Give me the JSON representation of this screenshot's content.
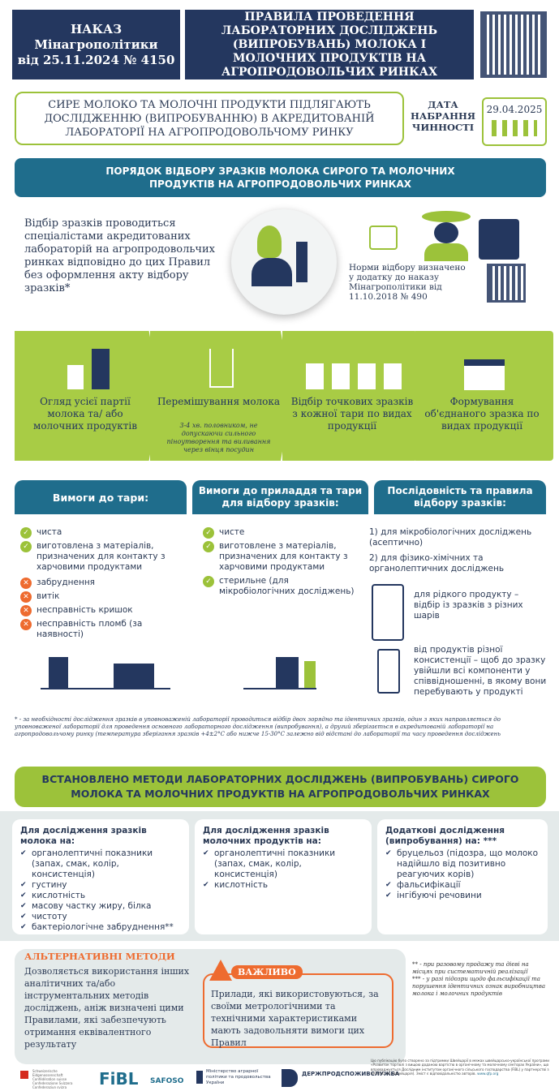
{
  "header": {
    "order_title": "НАКАЗ",
    "order_org": "Мінагрополітики",
    "order_date": "від 25.11.2024 № 4150",
    "title": "ПРАВИЛА ПРОВЕДЕННЯ ЛАБОРАТОРНИХ ДОСЛІДЖЕНЬ (ВИПРОБУВАНЬ) МОЛОКА І МОЛОЧНИХ ПРОДУКТІВ НА АГРОПРОДОВОЛЬЧИХ РИНКАХ"
  },
  "intro": {
    "statement": "СИРЕ МОЛОКО ТА МОЛОЧНІ ПРОДУКТИ ПІДЛЯГАЮТЬ ДОСЛІДЖЕННЮ (ВИПРОБУВАННЮ) В АКРЕДИТОВАНІЙ ЛАБОРАТОРІЇ НА АГРОПРОДОВОЛЬЧОМУ РИНКУ",
    "date_label": "ДАТА НАБРАННЯ ЧИННОСТІ",
    "date": "29.04.2025"
  },
  "sampling": {
    "band": "ПОРЯДОК ВІДБОРУ ЗРАЗКІВ МОЛОКА СИРОГО ТА МОЛОЧНИХ ПРОДУКТІВ НА АГРОПРОДОВОЛЬЧИХ РИНКАХ",
    "text": "Відбір зразків проводиться спеціалістами акредитованих лабораторій на агропродовольчих ринках відповідно до цих Правил без оформлення акту відбору зразків*",
    "norms": "Норми відбору визначено у додатку до наказу Мінагрополітики від 11.10.2018 № 490"
  },
  "steps": [
    {
      "title": "Огляд усієї партії молока та/ або молочних продуктів",
      "note": ""
    },
    {
      "title": "Перемішування молока",
      "note": "3-4 хв. половником, не допускаючи сильного піноутворення та виливання через вінця посудин"
    },
    {
      "title": "Відбір точкових зразків з кожної тари по видах продукції",
      "note": ""
    },
    {
      "title": "Формування об'єднаного зразка по видах продукції",
      "note": ""
    }
  ],
  "requirements": {
    "container": {
      "title": "Вимоги до тари:",
      "ok": [
        "чиста",
        "виготовлена з матеріалів, призначених для контакту з харчовими продуктами"
      ],
      "no": [
        "забруднення",
        "витік",
        "несправність кришок",
        "несправність пломб (за наявності)"
      ]
    },
    "tools": {
      "title": "Вимоги до приладдя та тари для відбору зразків:",
      "ok": [
        "чисте",
        "виготовлене з матеріалів, призначених для контакту з харчовими продуктами",
        "стерильне (для мікробіологічних досліджень)"
      ]
    },
    "sequence": {
      "title": "Послідовність та правила відбору зразків:",
      "items": [
        "1) для мікробіологічних досліджень (асептично)",
        "2) для фізико-хімічних та органолептичних досліджень"
      ],
      "liquid": "для рідкого продукту – відбір із зразків з різних шарів",
      "mixed": "від продуктів різної консистенції – щоб до зразку увійшли всі компоненти у співвідношенні, в якому вони перебувають у продукті"
    }
  },
  "footnote": "* - за необхідності дослідження зразків в уповноваженій лабораторії проводиться відбір двох зорядно та ідентичних зразків, один з яких направляється до уповноваженої лабораторії для проведення основного лабораторного дослідження (випробування), а другий зберігається в акредитованій лабораторії на агропродовольчому ринку (температура зберігання зразків +4±2°С або нижче 15-30°С залежно від відстані до лабораторії та часу проведення досліджень",
  "methods": {
    "banner": "ВСТАНОВЛЕНО МЕТОДИ ЛАБОРАТОРНИХ ДОСЛІДЖЕНЬ (ВИПРОБУВАНЬ) СИРОГО МОЛОКА ТА МОЛОЧНИХ ПРОДУКТІВ НА АГРОПРОДОВОЛЬЧИХ РИНКАХ",
    "milk": {
      "title": "Для дослідження зразків молока на:",
      "items": [
        "органолептичні показники (запах, смак, колір, консистенція)",
        "густину",
        "кислотність",
        "масову частку жиру, білка",
        "чистоту",
        "бактеріологічне забруднення**"
      ]
    },
    "dairy": {
      "title": "Для дослідження зразків молочних продуктів на:",
      "items": [
        "органолептичні показники (запах, смак, колір, консистенція)",
        "кислотність"
      ]
    },
    "extra": {
      "title": "Додаткові дослідження (випробування) на: ***",
      "items": [
        "бруцельоз (підозра, що молоко надійшло від позитивно реагуючих корів)",
        "фальсифікації",
        "інгібуючі речовини"
      ]
    }
  },
  "alternative": {
    "title": "АЛЬТЕРНАТИВНІ МЕТОДИ",
    "text": "Дозволяється використання інших аналітичних та/або інструментальних методів досліджень, аніж визначені цими Правилами, які забезпечують отримання еквівалентного результату"
  },
  "important": {
    "label": "ВАЖЛИВО",
    "text": "Прилади, які використовуються, за своїми метрологічними та технічними характеристиками мають задовольняти вимоги цих Правил"
  },
  "notes": {
    "n2": "** - при разовому продажу та дієві на місцях при систематичній реалізації",
    "n3": "*** - у разі підозри щодо фальсифікації та порушення ідентичних ознак виробництва молока і молочних продуктів"
  },
  "footer": {
    "swiss": "Schweizerische Eidgenossenschaft Confédération suisse Confederazione Svizzera Confederaziun svizra",
    "fibl": "FiBL",
    "safoso": "SAFOSO",
    "ministry": "Міністерство аграрної політики та продовольства України",
    "dpss": "ДЕРЖПРОДСПОЖИВСЛУЖБА",
    "credits": "Цю публікацію було створено за підтримки Швейцарії в межах швейцарсько-української програми «Розвиток торгівлі з вищою доданою вартістю в органічному та молочному секторах України», що впроваджується Дослідним інститутом органічного сільського господарства (FiBL) у партнерстві з SAFOSO AG (Швейцарія). Зміст є відповідальністю авторів.",
    "url": "www.qfp.org"
  },
  "colors": {
    "navy": "#24375f",
    "teal": "#1f6d8c",
    "green": "#9cc23a",
    "orange": "#ee6b2f"
  }
}
